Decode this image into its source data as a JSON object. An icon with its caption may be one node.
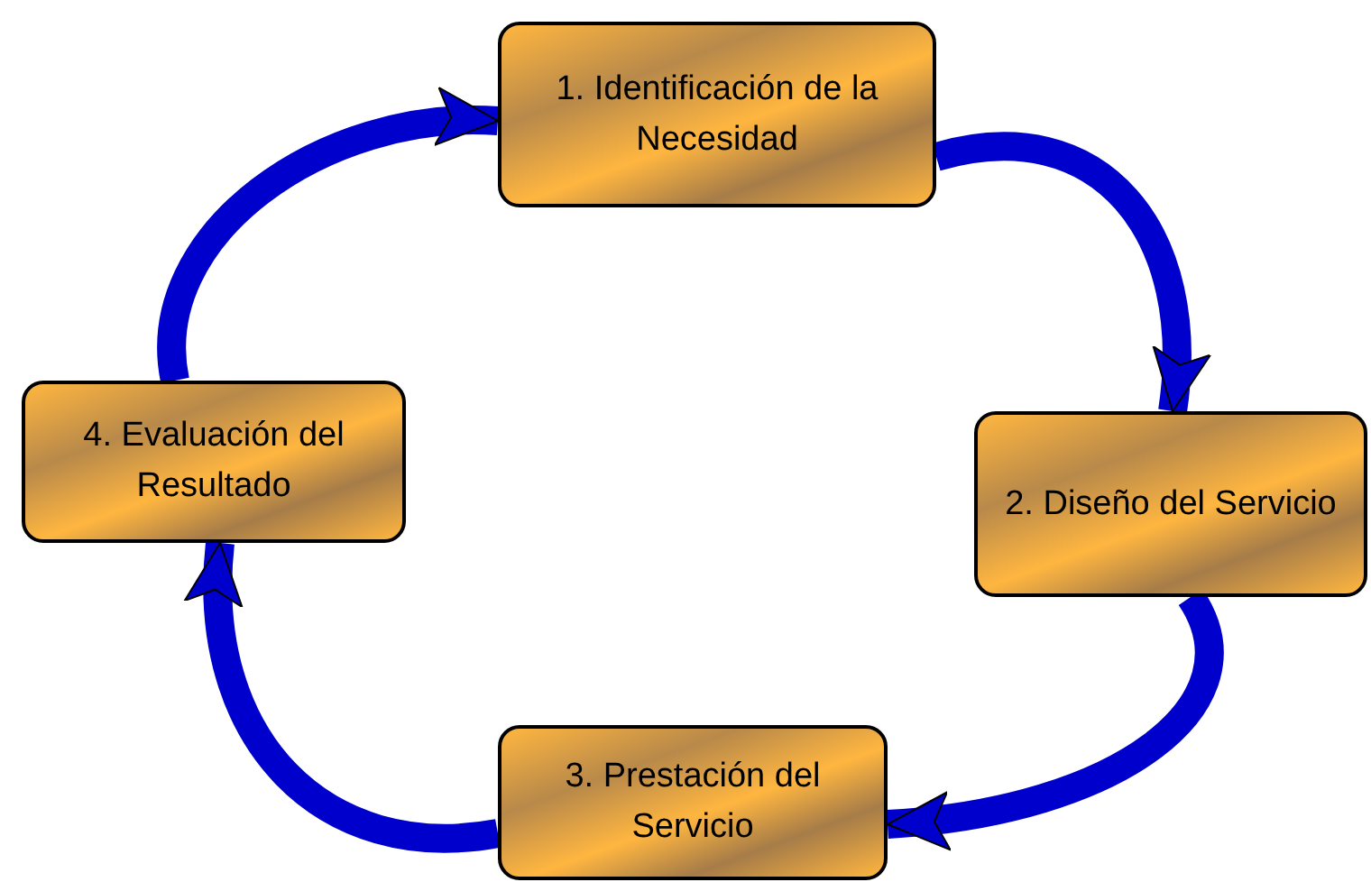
{
  "diagram": {
    "nodes": [
      {
        "text": [
          "1. Identificación de la Necesidad"
        ]
      },
      {
        "text": [
          "2. Diseño del Servicio"
        ]
      },
      {
        "text": [
          "3. Prestación del Servicio"
        ]
      },
      {
        "text": [
          "4. Evaluación del Resultado"
        ]
      }
    ],
    "edges": [
      {
        "from": 0,
        "to": 1,
        "arrow": "to"
      },
      {
        "from": 1,
        "to": 2,
        "arrow": "to"
      },
      {
        "from": 2,
        "to": 3,
        "arrow": "to"
      },
      {
        "from": 3,
        "to": 0,
        "arrow": "to"
      }
    ]
  }
}
